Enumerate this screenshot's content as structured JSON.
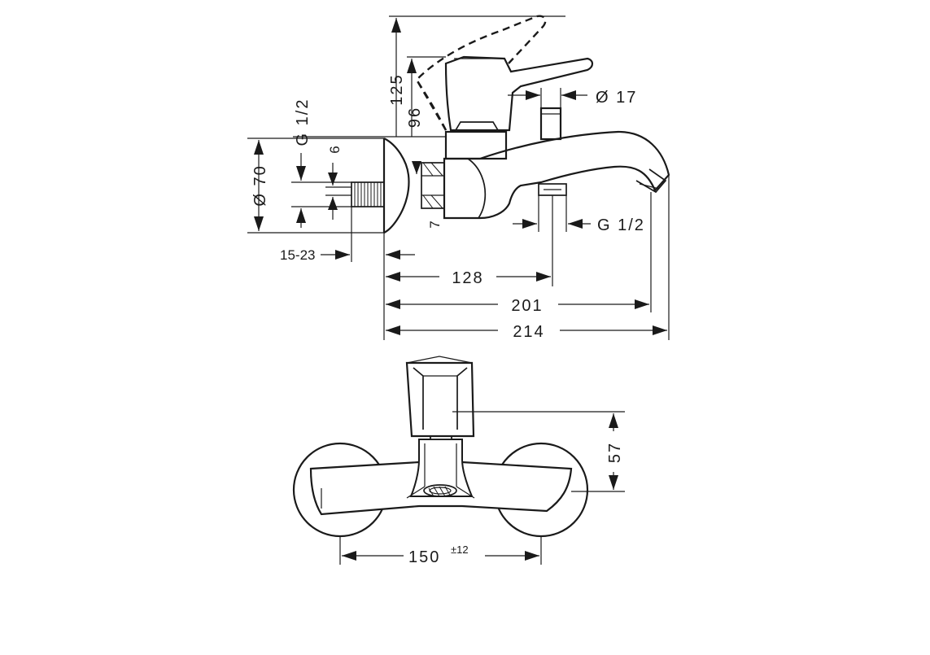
{
  "side_view": {
    "dim_125": "125",
    "dim_96": "96",
    "dim_dia17": "Ø 17",
    "dim_g12_left": "G 1/2",
    "dim_6": "6",
    "dim_dia70": "Ø 70",
    "dim_7": "7",
    "dim_g12_right": "G 1/2",
    "dim_15_23": "15-23",
    "dim_128": "128",
    "dim_201": "201",
    "dim_214": "214"
  },
  "front_view": {
    "dim_57": "57",
    "dim_150": "150",
    "dim_150_tol": "±12"
  }
}
